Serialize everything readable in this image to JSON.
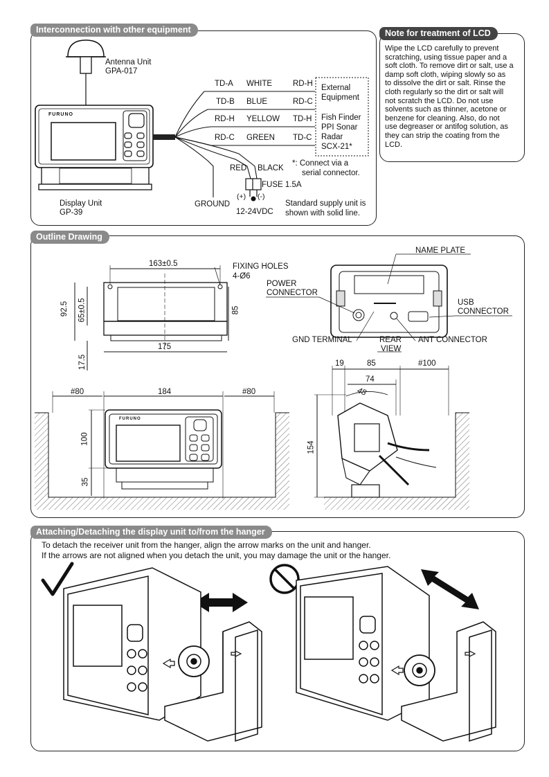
{
  "sections": {
    "interconnection": "Interconnection with other equipment",
    "note": "Note for treatment of LCD",
    "outline": "Outline Drawing",
    "attach": "Attaching/Detaching the display unit to/from the hanger"
  },
  "interconnection": {
    "antenna_label": "Antenna Unit",
    "antenna_model": "GPA-017",
    "display_label": "Display Unit",
    "display_model": "GP-39",
    "brand": "FURUNO",
    "wires": [
      {
        "left": "TD-A",
        "color": "WHITE",
        "right": "RD-H"
      },
      {
        "left": "TD-B",
        "color": "BLUE",
        "right": "RD-C"
      },
      {
        "left": "RD-H",
        "color": "YELLOW",
        "right": "TD-H"
      },
      {
        "left": "RD-C",
        "color": "GREEN",
        "right": "TD-C"
      }
    ],
    "ext_equipment": [
      "External",
      "Equipment"
    ],
    "fish_finder": [
      "Fish Finder",
      "PPI Sonar",
      "Radar",
      "SCX-21*"
    ],
    "red": "RED",
    "black": "BLACK",
    "fuse": "FUSE 1.5A",
    "plus": "(+)",
    "minus": "(-)",
    "ground": "GROUND",
    "voltage": "12-24VDC",
    "footnote": [
      "*: Connect via a",
      "serial connector."
    ],
    "supply_note": [
      "Standard supply unit is",
      "shown with solid line."
    ]
  },
  "note_text": "Wipe the LCD carefully to prevent scratching, using tissue paper and a soft cloth. To remove dirt or salt, use a damp soft cloth, wiping slowly so as to dissolve the dirt or salt. Rinse the cloth regularly so the dirt or salt will not scratch the LCD. Do not use solvents such as thinner, acetone or benzene for cleaning. Also, do not use degreaser or antifog solution, as they can strip the coating from the LCD.",
  "outline": {
    "dim_163": "163±0.5",
    "fixing_holes": "FIXING HOLES",
    "holes_spec": "4-Ø6",
    "dim_92_5": "92.5",
    "dim_65": "65±0.5",
    "dim_85_h": "85",
    "dim_175": "175",
    "dim_17_5": "17.5",
    "name_plate": "NAME PLATE",
    "power_connector": [
      "POWER",
      "CONNECTOR"
    ],
    "usb_connector": [
      "USB",
      "CONNECTOR"
    ],
    "gnd_terminal": "GND TERMINAL",
    "rear_view": [
      "REAR",
      "VIEW"
    ],
    "ant_connector": "ANT CONNECTOR",
    "dim_80_left": "#80",
    "dim_184": "184",
    "dim_80_right": "#80",
    "dim_100": "100",
    "dim_35": "35",
    "brand": "FURUNO",
    "dim_19": "19",
    "dim_85_side": "85",
    "dim_100_side": "#100",
    "dim_74": "74",
    "dim_48": "48",
    "dim_154": "154"
  },
  "attach": {
    "line1": "To detach the receiver unit from the hanger, align the arrow marks on the unit and hanger.",
    "line2": "If the arrows are not aligned when you detach the unit, you may damage the unit or the hanger."
  }
}
